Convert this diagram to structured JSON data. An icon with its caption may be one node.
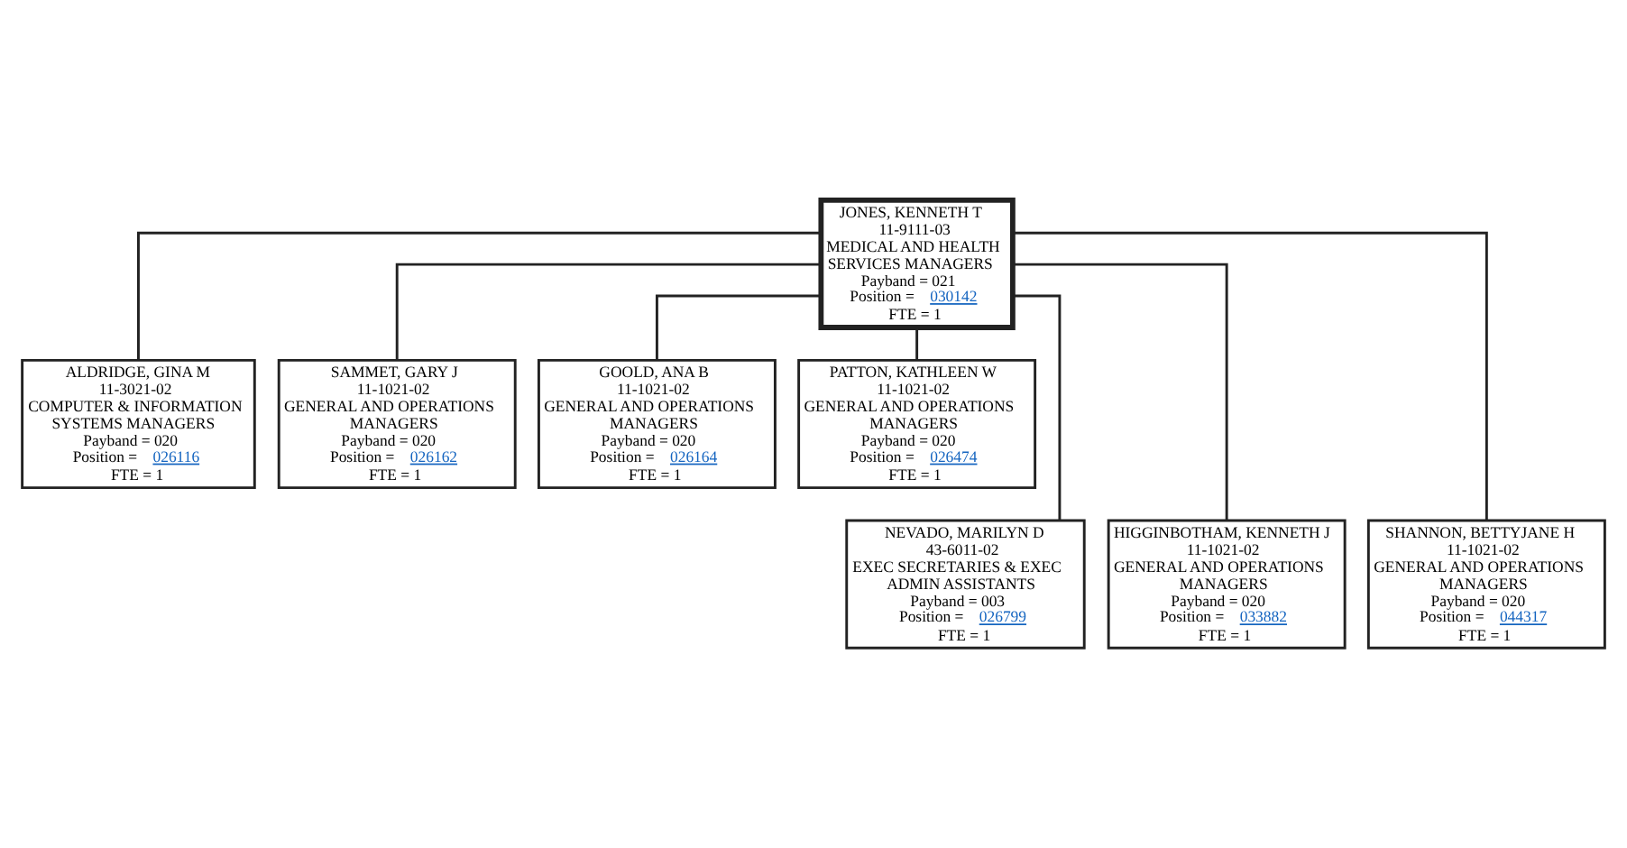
{
  "diagram": {
    "nodes": [
      {
        "text": [
          "JONES, KENNETH T",
          "11-9111-03",
          "MEDICAL AND HEALTH SERVICES MANAGERS",
          "Payband = 021",
          "Position = 030142",
          "FTE = 1"
        ]
      },
      {
        "text": [
          "ALDRIDGE, GINA M",
          "11-3021-02",
          "COMPUTER & INFORMATION SYSTEMS MANAGERS",
          "Payband = 020",
          "Position = 026116",
          "FTE = 1"
        ]
      },
      {
        "text": [
          "SAMMET, GARY J",
          "11-1021-02",
          "GENERAL AND OPERATIONS MANAGERS",
          "Payband = 020",
          "Position = 026162",
          "FTE = 1"
        ]
      },
      {
        "text": [
          "GOOLD, ANA B",
          "11-1021-02",
          "GENERAL AND OPERATIONS MANAGERS",
          "Payband = 020",
          "Position = 026164",
          "FTE = 1"
        ]
      },
      {
        "text": [
          "PATTON, KATHLEEN W",
          "11-1021-02",
          "GENERAL AND OPERATIONS MANAGERS",
          "Payband = 020",
          "Position = 026474",
          "FTE = 1"
        ]
      },
      {
        "text": [
          "NEVADO, MARILYN D",
          "43-6011-02",
          "EXEC SECRETARIES & EXEC ADMIN ASSISTANTS",
          "Payband = 003",
          "Position = 026799",
          "FTE = 1"
        ]
      },
      {
        "text": [
          "HIGGINBOTHAM, KENNETH J",
          "11-1021-02",
          "GENERAL AND OPERATIONS MANAGERS",
          "Payband = 020",
          "Position = 033882",
          "FTE = 1"
        ]
      },
      {
        "text": [
          "SHANNON, BETTYJANE H",
          "11-1021-02",
          "GENERAL AND OPERATIONS MANAGERS",
          "Payband = 020",
          "Position = 044317",
          "FTE = 1"
        ]
      }
    ],
    "edges": [
      {
        "from": 0,
        "to": 1,
        "arrow": "none"
      },
      {
        "from": 0,
        "to": 2,
        "arrow": "none"
      },
      {
        "from": 0,
        "to": 3,
        "arrow": "none"
      },
      {
        "from": 0,
        "to": 4,
        "arrow": "none"
      },
      {
        "from": 0,
        "to": 5,
        "arrow": "none"
      },
      {
        "from": 0,
        "to": 6,
        "arrow": "none"
      },
      {
        "from": 0,
        "to": 7,
        "arrow": "none"
      }
    ]
  }
}
